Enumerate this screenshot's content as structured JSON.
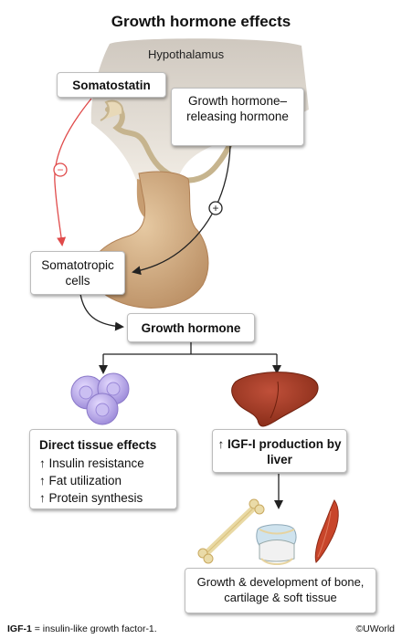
{
  "title": "Growth hormone effects",
  "labels": {
    "hypothalamus": "Hypothalamus",
    "somatostatin": "Somatostatin",
    "ghrh": "Growth hormone–releasing hormone",
    "somatotropic": "Somatotropic cells",
    "growth_hormone": "Growth hormone",
    "direct_heading": "Direct tissue effects",
    "direct_items": [
      "↑ Insulin resistance",
      "↑ Fat utilization",
      "↑ Protein synthesis"
    ],
    "igf": "↑ IGF-I production by liver",
    "growth_dev": "Growth & development of bone, cartilage & soft tissue",
    "inhibit_sign": "−",
    "stimulate_sign": "+"
  },
  "footer": {
    "abbrev_term": "IGF-1",
    "abbrev_def": " = insulin-like growth factor-1.",
    "copyright": "©UWorld"
  },
  "colors": {
    "pituitary": "#d8b48a",
    "pituitary_shadow": "#b98d62",
    "hypothalamus_tissue": "#ede6da",
    "inhibit_arrow": "#e04a4a",
    "arrow": "#222222",
    "cells": "#b8a8e6",
    "liver": "#a0361e",
    "muscle": "#c8452a"
  }
}
